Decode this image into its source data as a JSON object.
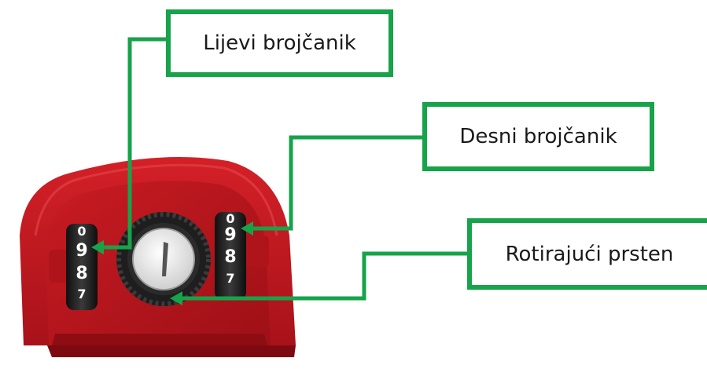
{
  "labels": {
    "left_dial": "Lijevi brojčanik",
    "right_dial": "Desni brojčanik",
    "rotating_ring": "Rotirajući prsten"
  },
  "dials": {
    "left_digits": [
      "0",
      "9",
      "8",
      "7"
    ],
    "right_digits": [
      "0",
      "9",
      "8",
      "7"
    ]
  },
  "colors": {
    "callout_green": "#16a34a",
    "body_red": "#c8161d",
    "body_dark_red": "#8e0d12",
    "dial_black": "#1c1c1c",
    "knob_white": "#f2f2f2"
  }
}
